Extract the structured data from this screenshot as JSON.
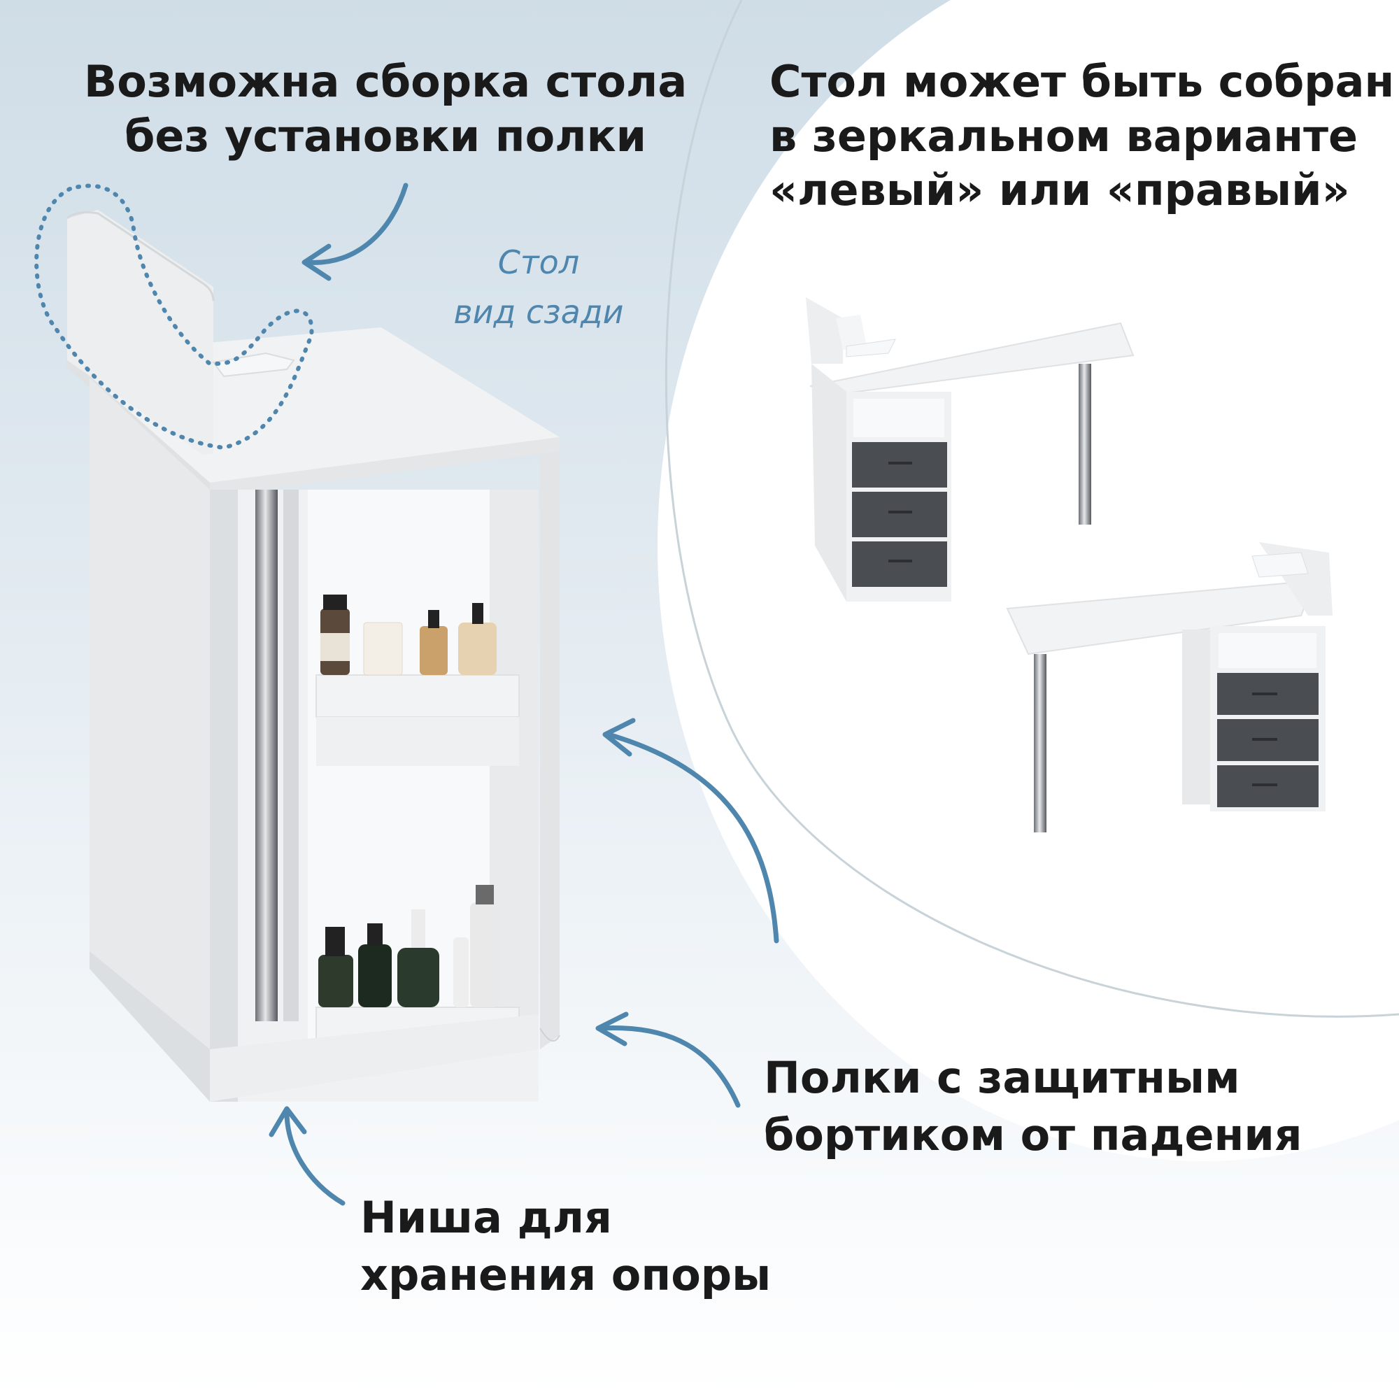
{
  "captions": {
    "no_shelf": [
      "Возможна сборка стола",
      "без установки полки"
    ],
    "mirror": [
      "Стол может быть собран",
      "в зеркальном варианте",
      "«левый» или «правый»"
    ],
    "shelves": [
      "Полки с защитным",
      "бортиком от падения"
    ],
    "niche": [
      "Ниша для",
      "хранения опоры"
    ]
  },
  "back_view_note": [
    "Стол",
    "вид сзади"
  ],
  "colors": {
    "accent": "#4f86ad",
    "drawer": "#4a4d52",
    "panel": "#f3f4f5",
    "background_top": "#cfdde7"
  }
}
